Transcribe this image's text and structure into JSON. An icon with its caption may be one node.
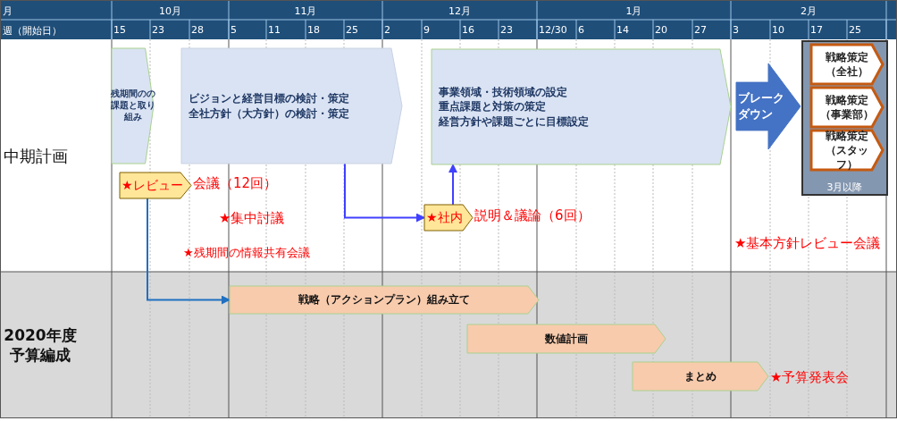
{
  "diagram": {
    "nodes": [
      {
        "text": [
          "残期間のの課題と取り組み"
        ]
      },
      {
        "text": [
          "ビジョンと経営目標の検討・策定",
          "全社方針（大方針）の検討・策定"
        ]
      },
      {
        "text": [
          "事業領域・技術領域の設定",
          "重点課題と対策の策定",
          "経営方針や課題ごとに目標設定"
        ]
      },
      {
        "text": [
          "ブレークダウン"
        ]
      },
      {
        "text": [
          "3月以降"
        ]
      },
      {
        "text": [
          "戦略策定（全社）"
        ],
        "in": 4
      },
      {
        "text": [
          "戦略策定（事業部）"
        ],
        "in": 4
      },
      {
        "text": [
          "戦略策定（スタッフ）"
        ],
        "in": 4
      },
      {
        "text": [
          "★レビュー"
        ],
        "beside": [
          "会議（12回）"
        ]
      },
      {
        "text": [
          "★社内"
        ],
        "beside": [
          "説明＆議論（6回）"
        ]
      },
      {
        "text": [
          "戦略（アクションプラン）組み立て"
        ]
      },
      {
        "text": [
          "数値計画"
        ]
      },
      {
        "text": [
          "まとめ"
        ],
        "beside": [
          "★予算発表会"
        ]
      }
    ],
    "edges": [
      {
        "from": 1,
        "to": 9,
        "arrow": "to"
      },
      {
        "from": 9,
        "to": 2,
        "arrow": "to"
      },
      {
        "from": 8,
        "to": 10,
        "arrow": "to",
        "color": "#1f70c0"
      }
    ],
    "labels": [
      "月",
      "10月",
      "11月",
      "12月",
      "1月",
      "2月",
      "週（開始日）",
      "15",
      "23",
      "28",
      "5",
      "11",
      "18",
      "25",
      "2",
      "9",
      "16",
      "23",
      "12/30",
      "6",
      "14",
      "20",
      "27",
      "3",
      "10",
      "17",
      "25",
      "中期計画",
      "★集中討議",
      "★残期間の情報共有会議",
      "★基本方針レビュー会議",
      "2020年度予算編成"
    ]
  }
}
